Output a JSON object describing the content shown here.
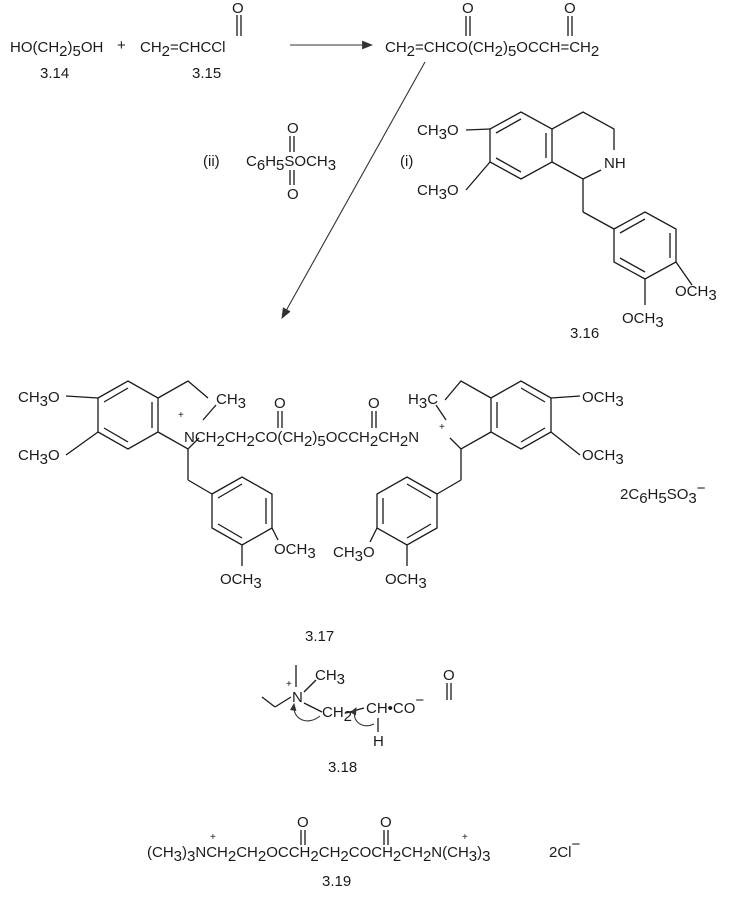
{
  "colors": {
    "ink": "#1a1a1a",
    "background": "#ffffff"
  },
  "reaction1": {
    "reactant1": "HO(CH2)5OH",
    "plus": "+",
    "reactant2": "CH2=CHCCl",
    "product": "CH2=CHCO(CH2)5OCCH=CH2",
    "label_3_14": "3.14",
    "label_3_15": "3.15"
  },
  "reagents": {
    "step_ii": "(ii)",
    "reagent_ii": "C6H5SOCH3",
    "step_i": "(i)"
  },
  "compound_3_16": {
    "label": "3.16",
    "och3_top": "CH3O",
    "och3_mid": "CH3O",
    "nh": "NH",
    "och3_ring": "OCH3",
    "och3_ring2": "OCH3"
  },
  "compound_3_17": {
    "label": "3.17",
    "chain": "NCH2CH2CO(CH2)5OCCH2CH2N",
    "counterion": "2C6H5SO3",
    "n_methyl_left": "CH3",
    "n_methyl_right": "H3C",
    "och3_left_top": "CH3O",
    "och3_left_mid": "CH3O",
    "och3_right_top": "OCH3",
    "och3_right_mid": "OCH3",
    "aryl_left_och3_a": "OCH3",
    "aryl_left_och3_b": "OCH3",
    "aryl_right_och3_a": "CH3O",
    "aryl_right_och3_b": "OCH3"
  },
  "compound_3_18": {
    "label": "3.18",
    "n_methyl": "CH3",
    "chain": "CH2",
    "ch": "CH",
    "carboxylate": "CO",
    "h": "H"
  },
  "compound_3_19": {
    "label": "3.19",
    "formula": "(CH3)3NCH2CH2OCCH2CH2COCH2CH2N(CH3)3",
    "counterion": "2Cl"
  }
}
